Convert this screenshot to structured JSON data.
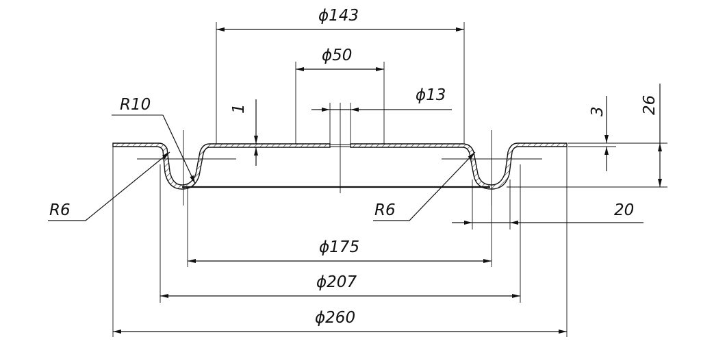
{
  "dimensions": {
    "d143": "ϕ143",
    "d50": "ϕ50",
    "d13": "ϕ13",
    "d175": "ϕ175",
    "d207": "ϕ207",
    "d260": "ϕ260",
    "t1": "1",
    "t3": "3",
    "h26": "26",
    "w20": "20"
  },
  "radii": {
    "r10": "R10",
    "r6_left": "R6",
    "r6_right": "R6"
  }
}
